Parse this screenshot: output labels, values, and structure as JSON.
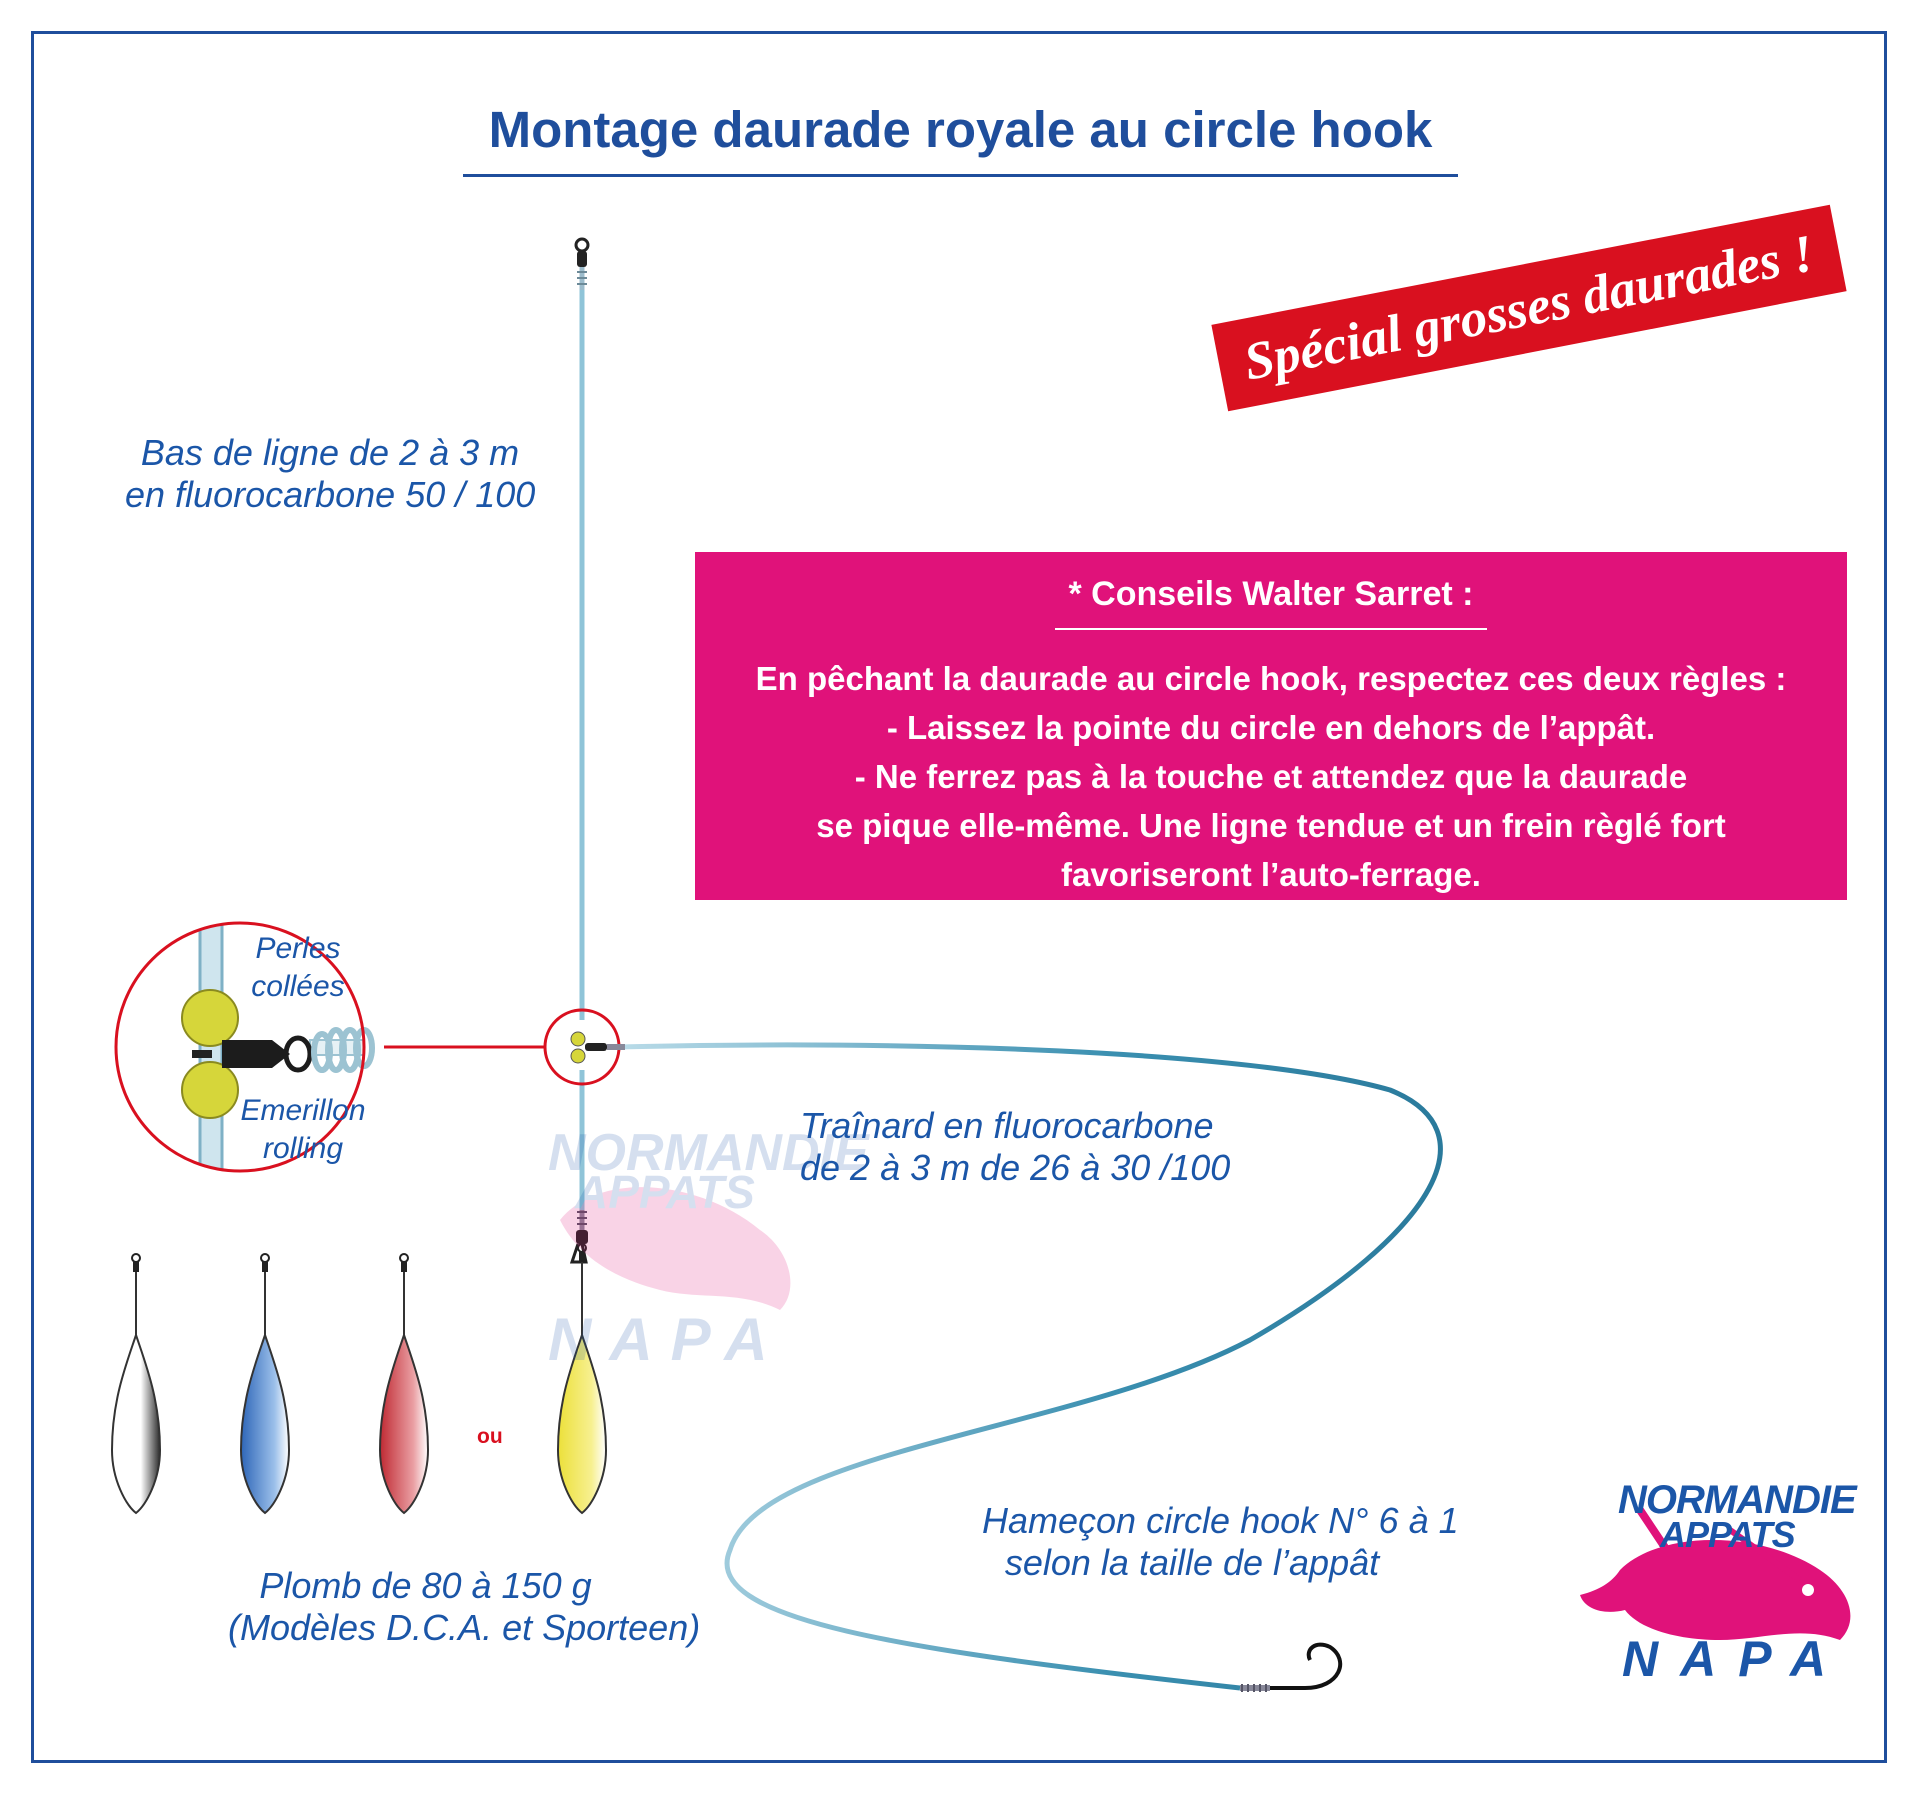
{
  "title": "Montage daurade royale au circle hook",
  "banner": "Spécial grosses daurades !",
  "labels": {
    "leader": [
      "Bas de ligne de 2 à 3 m",
      "en fluorocarbone 50 / 100"
    ],
    "beads": [
      "Perles",
      "collées"
    ],
    "swivel": [
      "Emerillon",
      "rolling"
    ],
    "trailer": [
      "Traînard en fluorocarbone",
      "de 2 à 3 m de 26 à 30 /100"
    ],
    "hook": [
      "Hameçon circle hook N° 6 à 1",
      "selon la taille de l’appât"
    ],
    "sinker": [
      "Plomb de 80 à 150 g",
      "(Modèles D.C.A. et Sporteen)"
    ],
    "or": "ou"
  },
  "advice": {
    "title": "* Conseils Walter Sarret :",
    "lines": [
      "En pêchant la daurade au circle hook, respectez ces deux règles :",
      "- Laissez la pointe du circle en dehors de l’appât.",
      "- Ne ferrez pas à la touche et attendez que la daurade",
      "se pique elle-même. Une ligne tendue et un frein règlé fort",
      "favoriseront l’auto-ferrage."
    ]
  },
  "logo": {
    "line1": "NORMANDIE",
    "line2": "APPATS",
    "line3": "NAPA"
  },
  "colors": {
    "border": "#1f4e9c",
    "text": "#1b56a8",
    "banner": "#d9101f",
    "advice": "#e0127a",
    "line": "#8fc4d8",
    "trailer": "#3a8fb0",
    "bead": "#d6d63a",
    "magnifier": "#d9101f",
    "logo_fish": "#e0127a"
  },
  "sinkers": [
    {
      "name": "white-sinker",
      "color": "#ffffff"
    },
    {
      "name": "blue-sinker",
      "color": "#3d78c8"
    },
    {
      "name": "red-sinker",
      "color": "#c8303a"
    },
    {
      "name": "yellow-sinker",
      "color": "#f0e23a"
    }
  ]
}
